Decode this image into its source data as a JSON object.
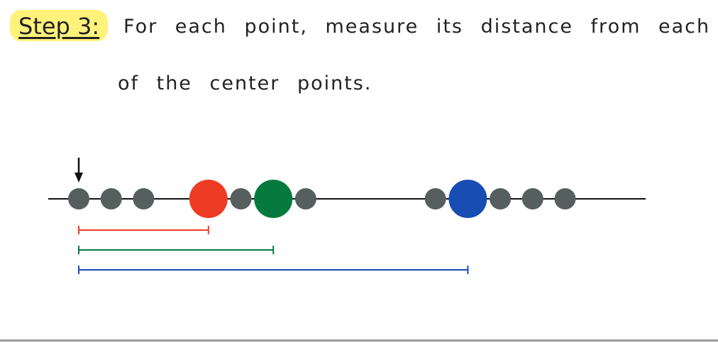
{
  "step": {
    "label": "Step 3:"
  },
  "instruction": {
    "line1": "For each point, measure its distance from each",
    "line2": "of the center points."
  },
  "diagram": {
    "data_points": [
      1,
      2,
      3,
      6,
      8,
      12,
      14,
      15,
      16
    ],
    "centers": [
      {
        "name": "red-center",
        "position": 5,
        "color": "#ee3b24"
      },
      {
        "name": "green-center",
        "position": 7,
        "color": "#067a3e"
      },
      {
        "name": "blue-center",
        "position": 13,
        "color": "#184db4"
      }
    ],
    "point_color": "#555f5e",
    "highlighted_point": 1,
    "distance_lines": [
      {
        "to_center": "red-center",
        "color": "#ee3b24"
      },
      {
        "to_center": "green-center",
        "color": "#067a3e"
      },
      {
        "to_center": "blue-center",
        "color": "#184db4"
      }
    ]
  }
}
